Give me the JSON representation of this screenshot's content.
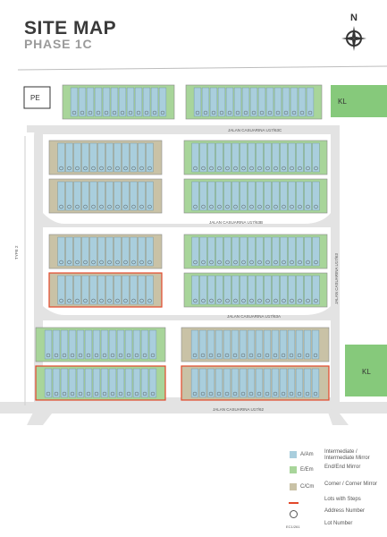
{
  "header": {
    "title": "SITE MAP",
    "subtitle": "PHASE 1C"
  },
  "compass": {
    "label": "N"
  },
  "colors": {
    "intermediate": "#a9cedd",
    "end": "#a8d59a",
    "corner": "#c9c2a6",
    "green_zone": "#86c97b",
    "road": "#e3e3e3",
    "steps": "#e2482a"
  },
  "zones": {
    "pe": "PE",
    "kl_top": "KL",
    "kl_bottom": "KL"
  },
  "roads": {
    "r1": "JALAN CASUARINA U17/63C",
    "r2": "JALAN CASUARINA U17/63B",
    "r3": "JALAN CASUARINA U17/63A",
    "r4": "JALAN CASUARINA U17/62",
    "right": "JALAN CASUARINA U17/63",
    "left": "TYPE 2"
  },
  "legend": {
    "intermediate": {
      "code": "A/Am",
      "text": "Intermediate / Intermediate Mirror"
    },
    "end": {
      "code": "E/Em",
      "text": "End/End Mirror"
    },
    "corner": {
      "code": "C/Cm",
      "text": "Corner / Corner Mirror"
    },
    "steps": {
      "text": "Lots with Steps"
    },
    "address": {
      "text": "Address Number"
    },
    "lot": {
      "code": "EC1/261",
      "text": "Lot Number"
    }
  }
}
